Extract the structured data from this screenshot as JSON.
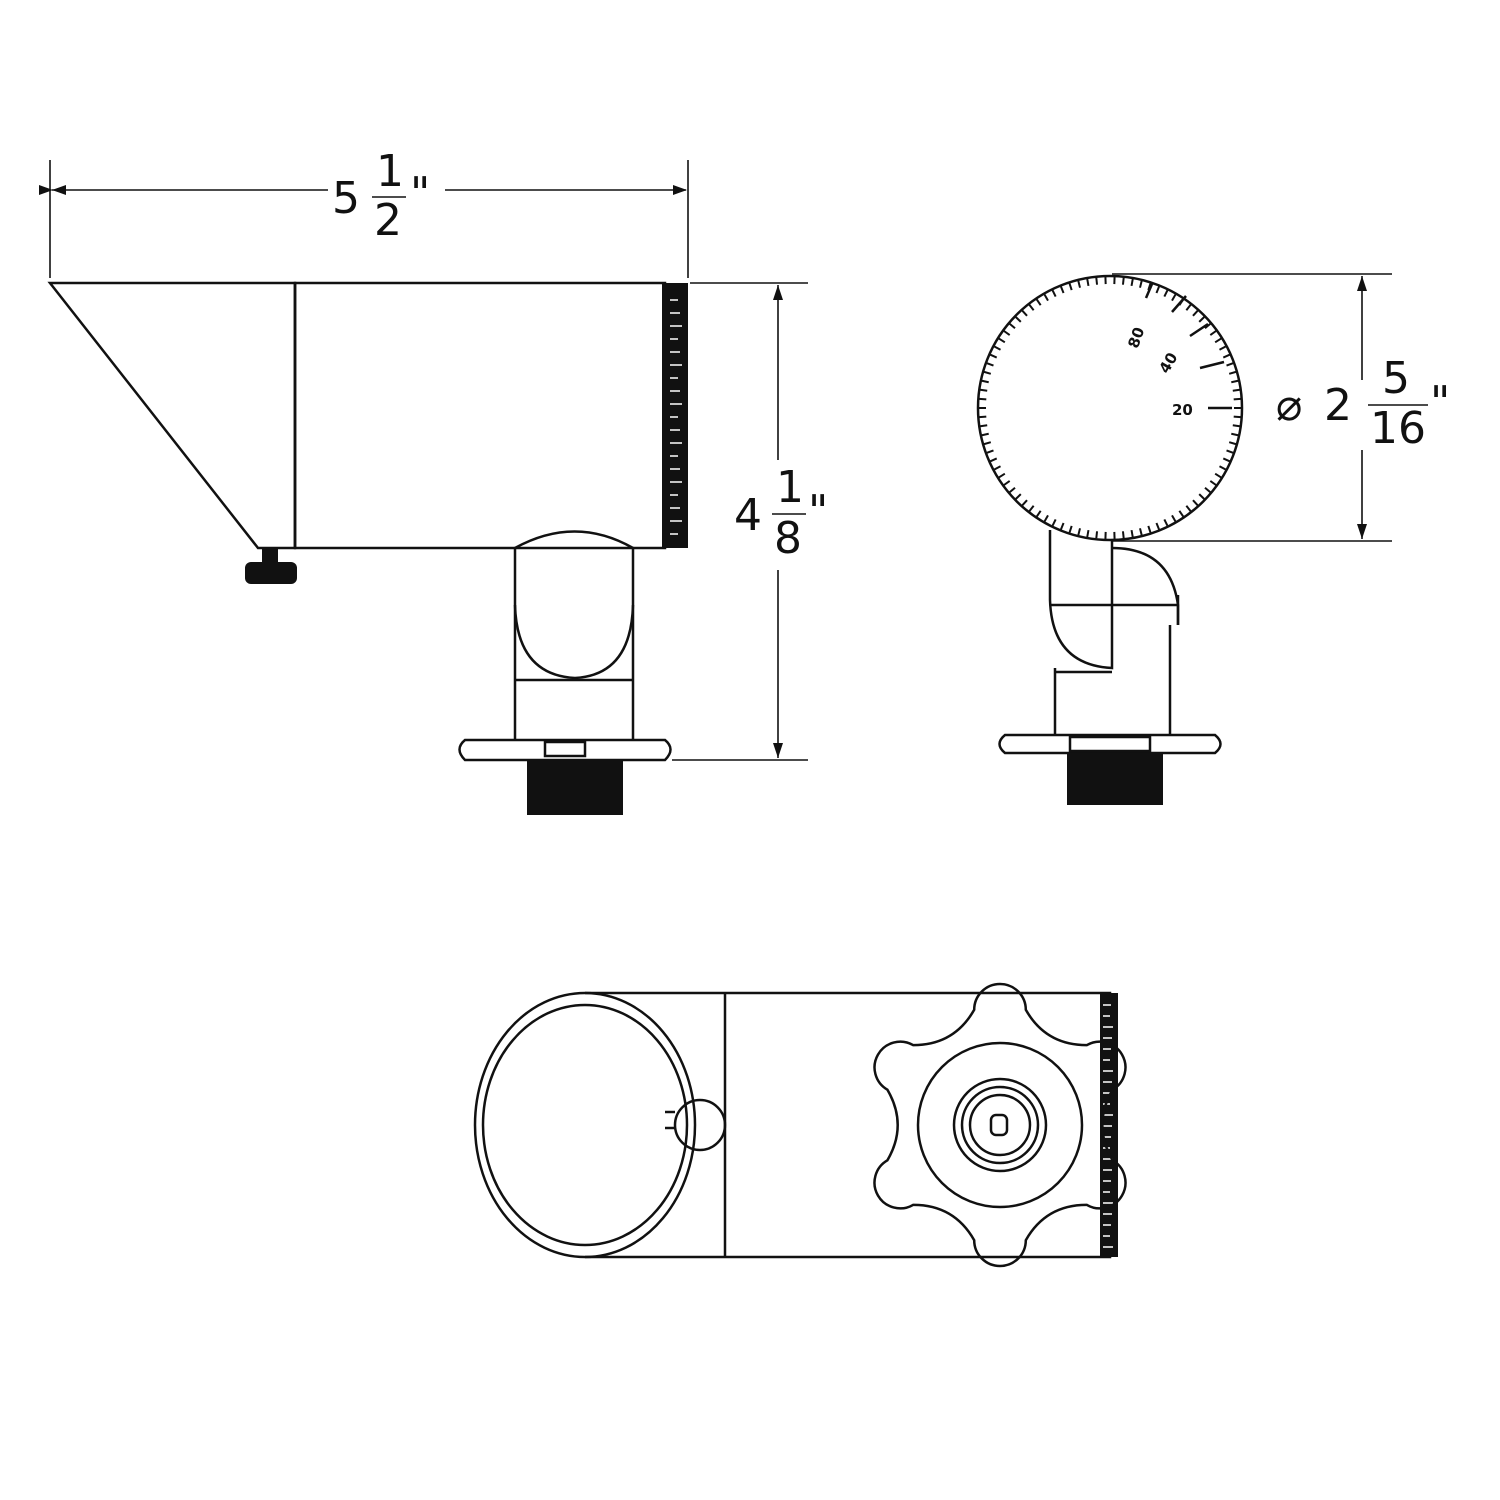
{
  "dimensions": {
    "width": {
      "whole": "5",
      "num": "1",
      "den": "2",
      "unit": "\""
    },
    "height": {
      "whole": "4",
      "num": "1",
      "den": "8",
      "unit": "\""
    },
    "diameter": {
      "symbol": "⌀",
      "whole": "2",
      "num": "5",
      "den": "16",
      "unit": "\""
    }
  },
  "scale_labels": {
    "a": "80",
    "b": "40",
    "c": "20"
  },
  "colors": {
    "line": "#111111",
    "background": "#ffffff"
  }
}
